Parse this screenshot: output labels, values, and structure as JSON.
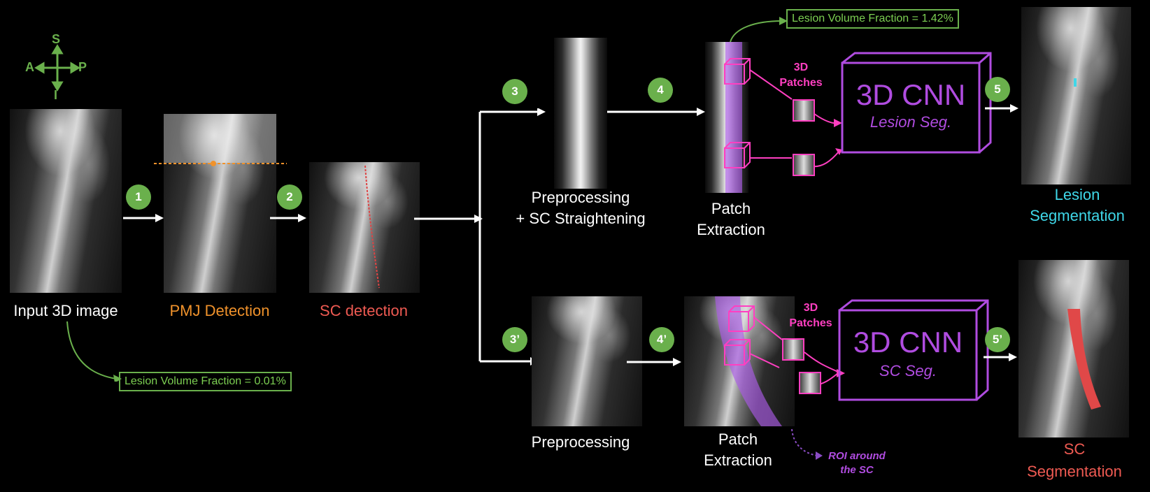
{
  "orientation": {
    "s": "S",
    "a": "A",
    "p": "P",
    "i": "I"
  },
  "steps": [
    "1",
    "2",
    "3",
    "4",
    "5",
    "3’",
    "4’",
    "5’"
  ],
  "labels": {
    "input": "Input 3D image",
    "pmj": "PMJ Detection",
    "sc_detection": "SC detection",
    "preproc_straight_1": "Preprocessing",
    "preproc_straight_2": "+ SC Straightening",
    "patch_extraction_top_1": "Patch",
    "patch_extraction_top_2": "Extraction",
    "lesion_seg_1": "Lesion",
    "lesion_seg_2": "Segmentation",
    "preprocessing_bottom": "Preprocessing",
    "patch_extraction_bottom_1": "Patch",
    "patch_extraction_bottom_2": "Extraction",
    "sc_seg_1": "SC",
    "sc_seg_2": "Segmentation"
  },
  "patches_label_top": [
    "3D",
    "Patches"
  ],
  "patches_label_bottom": [
    "3D",
    "Patches"
  ],
  "cnn_top": {
    "title": "3D CNN",
    "subtitle": "Lesion Seg."
  },
  "cnn_bottom": {
    "title": "3D CNN",
    "subtitle": "SC Seg."
  },
  "lesion_volume_top": "Lesion Volume Fraction = 1.42%",
  "lesion_volume_bottom": "Lesion Volume Fraction = 0.01%",
  "roi_label": [
    "ROI around",
    "the SC"
  ],
  "colors": {
    "green": "#6ab04c",
    "orange": "#f0922b",
    "red_label": "#ee5a52",
    "cyan_label": "#3fd7e8",
    "magenta": "#ff3fc1",
    "purple": "#b04ce0"
  }
}
